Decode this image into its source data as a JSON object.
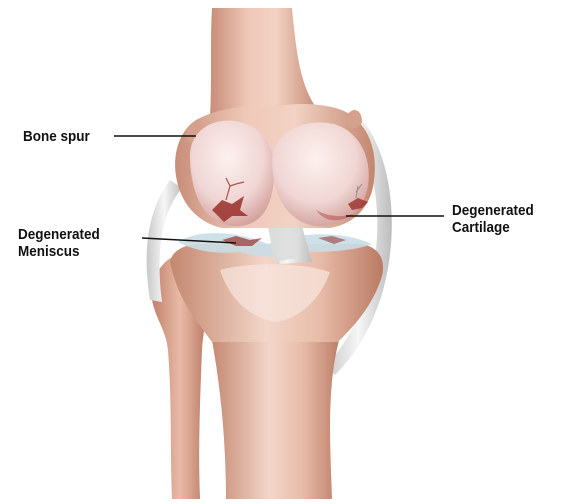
{
  "labels": {
    "bone_spur": "Bone spur",
    "degenerated_meniscus": [
      "Degenerated",
      "Meniscus"
    ],
    "degenerated_cartilage": [
      "Degenerated",
      "Cartilage"
    ]
  },
  "colors": {
    "bone": "#e3b39f",
    "bone_light": "#f4ddd2",
    "bone_shadow": "#b77c68",
    "cartilage": "#efd6d6",
    "damage": "#9a2f2a",
    "ligament": "#e8e8e8",
    "meniscus": "#c9dde6",
    "leader_line": "#111111"
  }
}
